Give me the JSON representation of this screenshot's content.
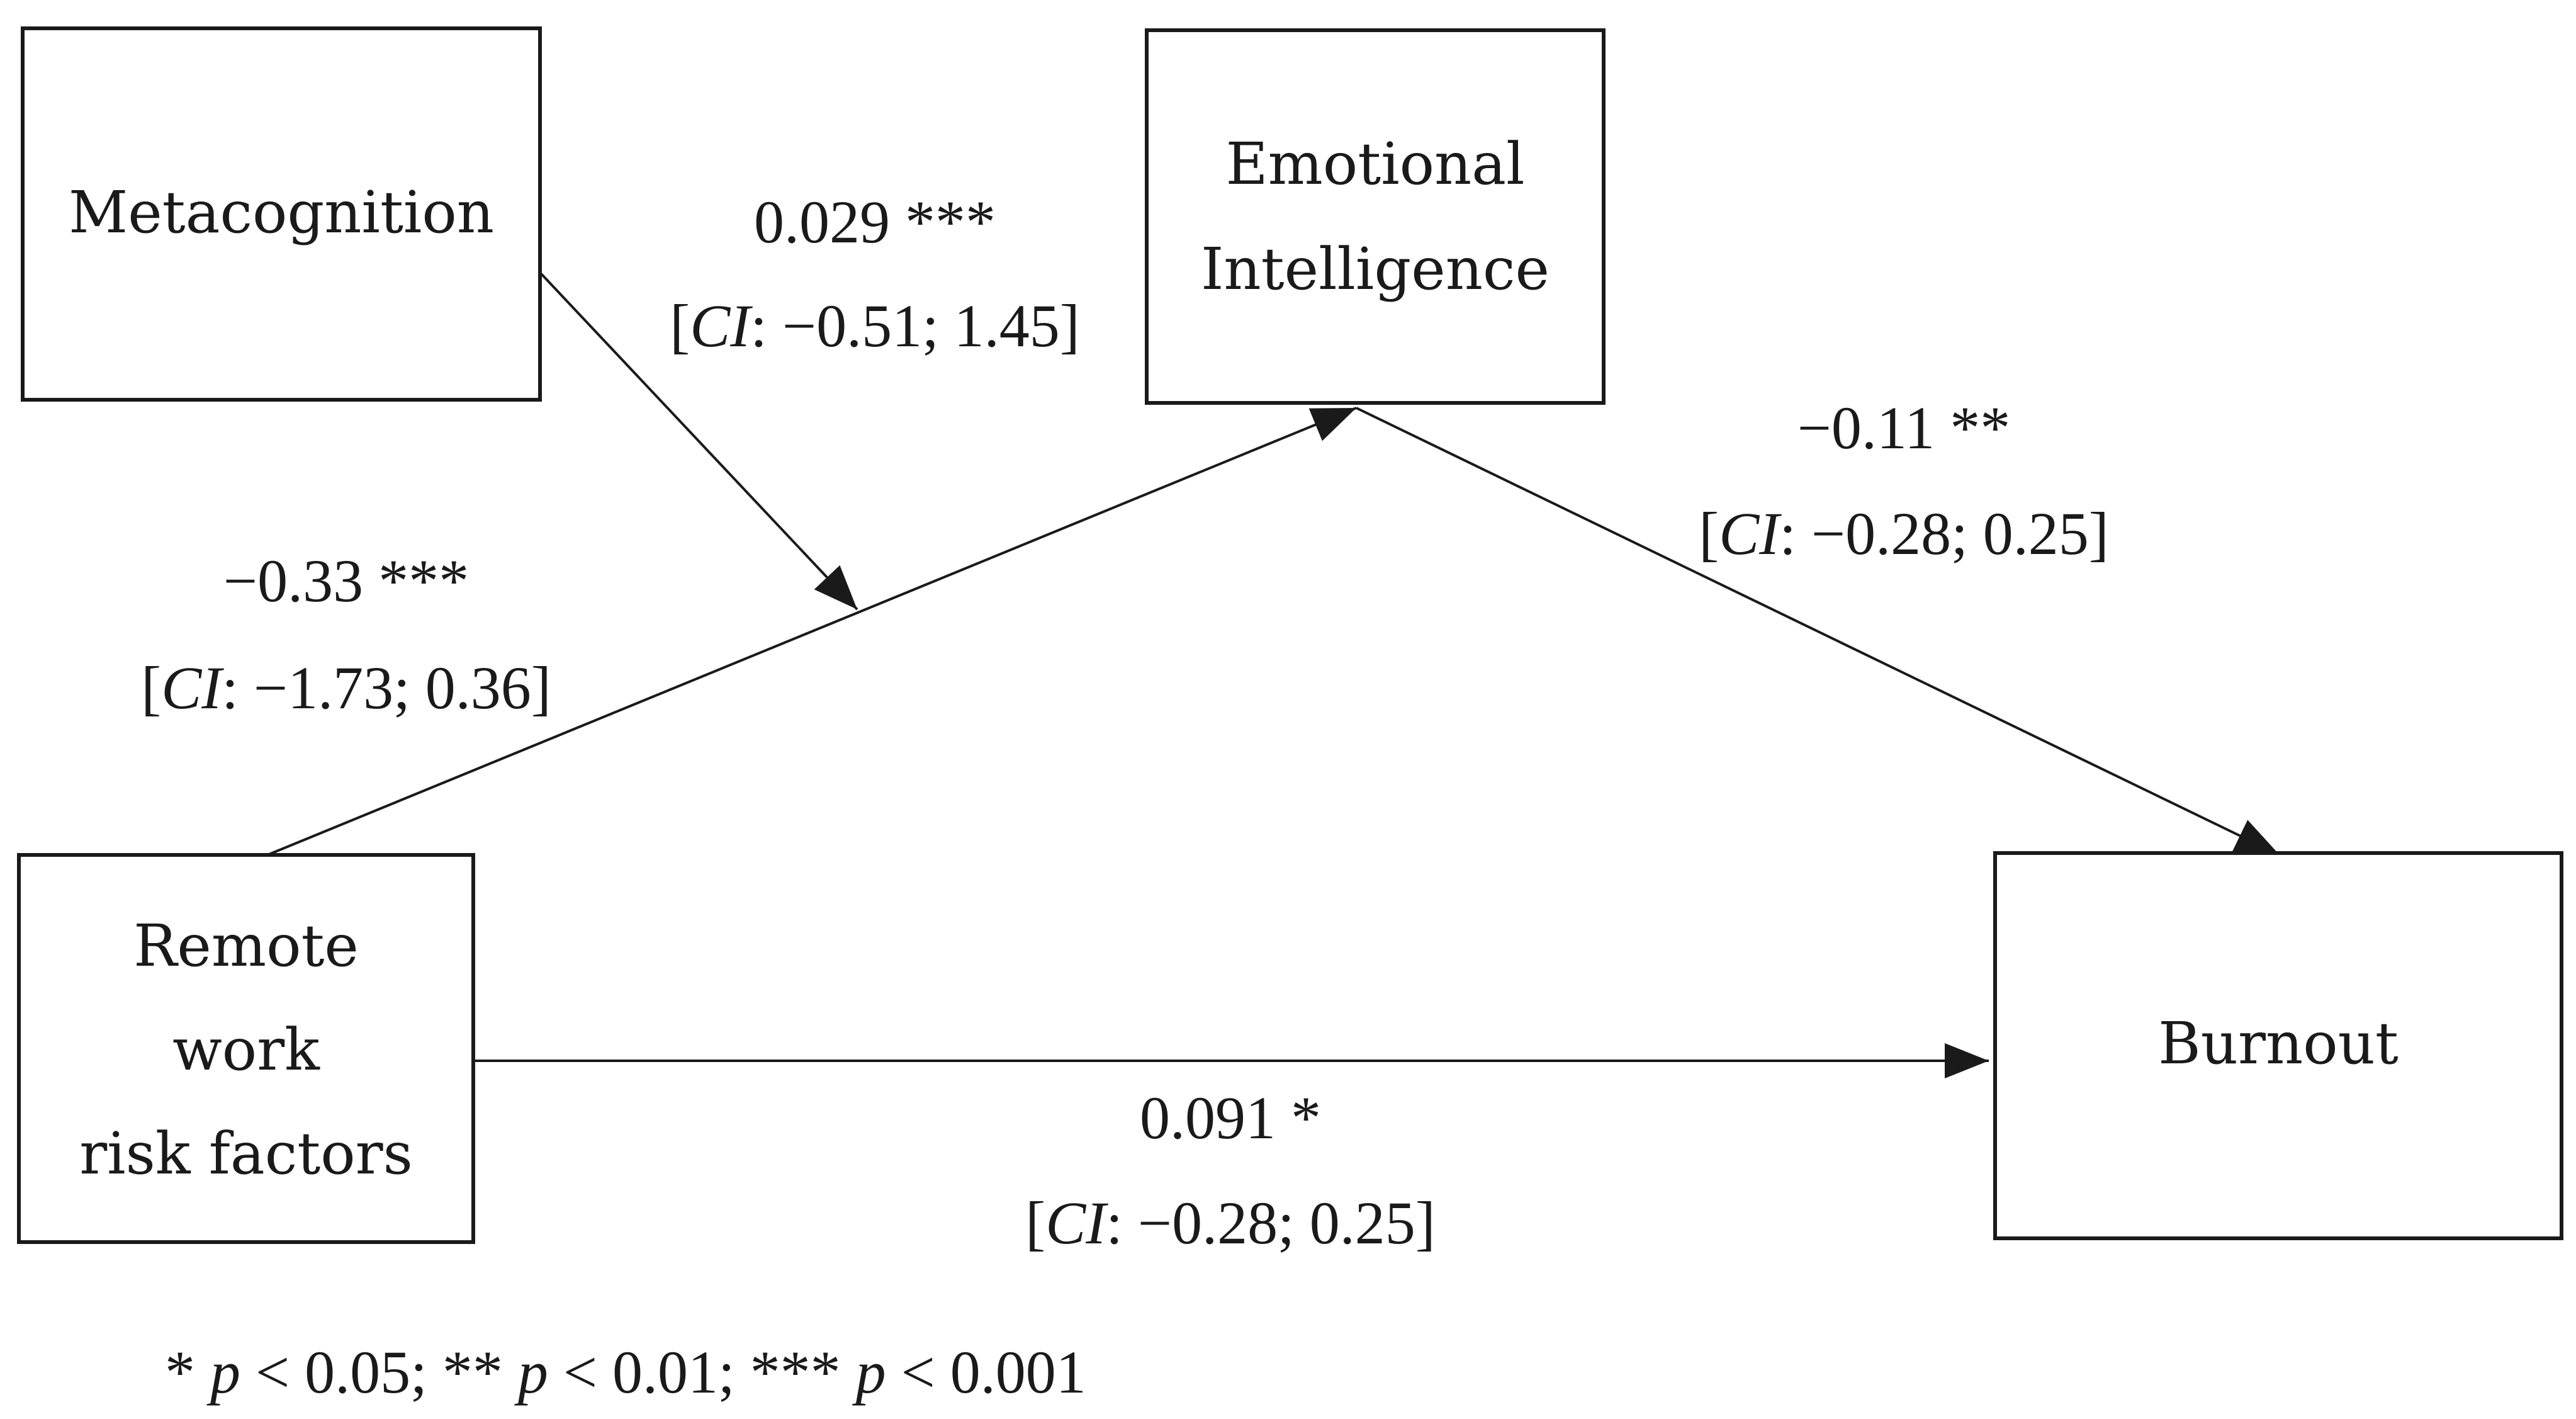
{
  "nodes": {
    "metacognition": {
      "label": "Metacognition"
    },
    "emotional_intelligence": {
      "line1": "Emotional",
      "line2": "Intelligence"
    },
    "remote_work": {
      "line1": "Remote",
      "line2": "work",
      "line3": "risk factors"
    },
    "burnout": {
      "label": "Burnout"
    }
  },
  "paths": {
    "moderation": {
      "coef": "0.029 ***",
      "ci_prefix": "[",
      "ci_label": "CI",
      "ci_values": ": −0.51; 1.45]"
    },
    "a_path": {
      "coef": "−0.33 ***",
      "ci_prefix": "[",
      "ci_label": "CI",
      "ci_values": ": −1.73; 0.36]"
    },
    "b_path": {
      "coef": "−0.11 **",
      "ci_prefix": "[",
      "ci_label": "CI",
      "ci_values": ": −0.28; 0.25]"
    },
    "c_path": {
      "coef": "0.091 *",
      "ci_prefix": "[",
      "ci_label": "CI",
      "ci_values": ": −0.28; 0.25]"
    }
  },
  "footnote": {
    "part1": "* ",
    "p1": "p",
    "part2": " < 0.05; ** ",
    "p2": "p",
    "part3": " < 0.01; *** ",
    "p3": "p",
    "part4": " < 0.001"
  }
}
